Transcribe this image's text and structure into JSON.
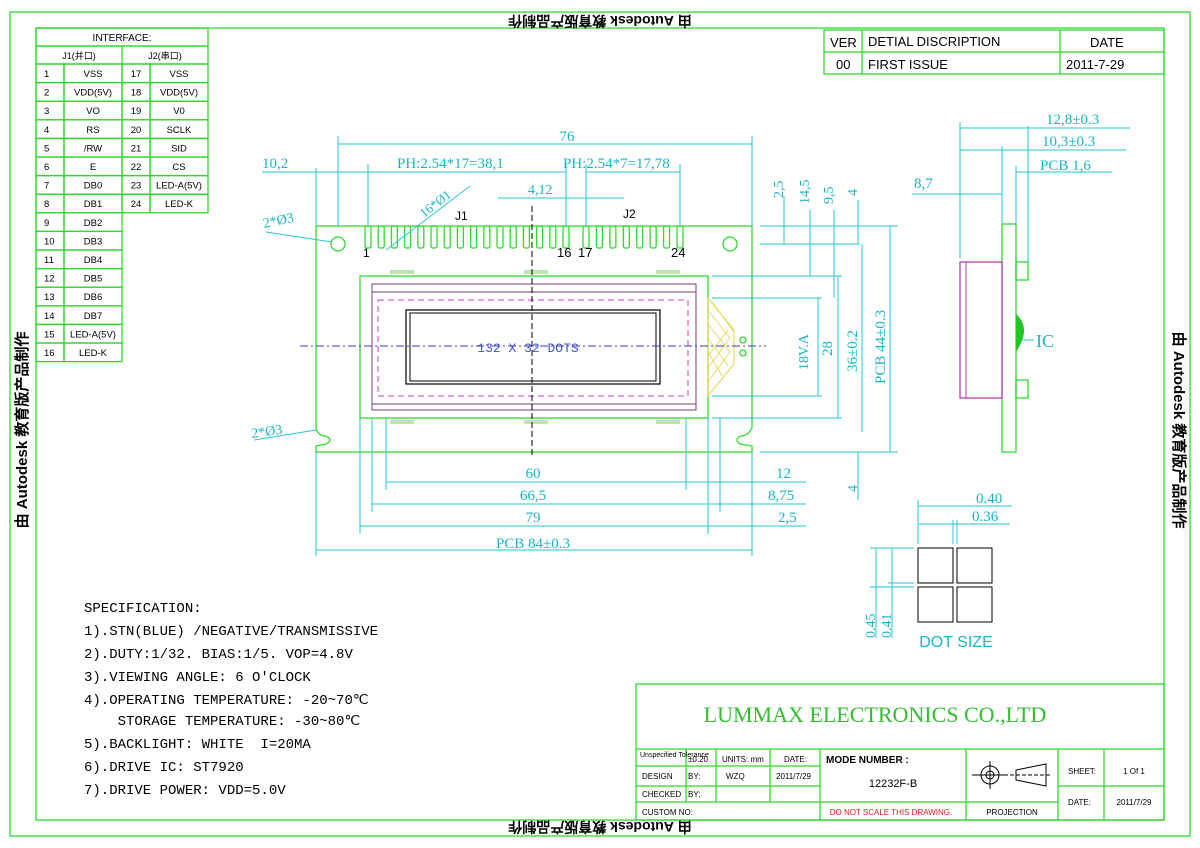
{
  "watermark": "由 Autodesk 教育版产品制作",
  "interface": {
    "title": "INTERFACE:",
    "j1_header": "J1(并口)",
    "j2_header": "J2(串口)",
    "j1_pins": [
      [
        "1",
        "VSS"
      ],
      [
        "2",
        "VDD(5V)"
      ],
      [
        "3",
        "VO"
      ],
      [
        "4",
        "RS"
      ],
      [
        "5",
        "/RW"
      ],
      [
        "6",
        "E"
      ],
      [
        "7",
        "DB0"
      ],
      [
        "8",
        "DB1"
      ],
      [
        "9",
        "DB2"
      ],
      [
        "10",
        "DB3"
      ],
      [
        "11",
        "DB4"
      ],
      [
        "12",
        "DB5"
      ],
      [
        "13",
        "DB6"
      ],
      [
        "14",
        "DB7"
      ],
      [
        "15",
        "LED-A(5V)"
      ],
      [
        "16",
        "LED-K"
      ]
    ],
    "j2_pins": [
      [
        "17",
        "VSS"
      ],
      [
        "18",
        "VDD(5V)"
      ],
      [
        "19",
        "V0"
      ],
      [
        "20",
        "SCLK"
      ],
      [
        "21",
        "SID"
      ],
      [
        "22",
        "CS"
      ],
      [
        "23",
        "LED-A(5V)"
      ],
      [
        "24",
        "LED-K"
      ]
    ]
  },
  "revision": {
    "headers": [
      "VER",
      "DETIAL DISCRIPTION",
      "DATE"
    ],
    "rows": [
      [
        "00",
        "FIRST ISSUE",
        "2011-7-29"
      ]
    ]
  },
  "front_view": {
    "dims": {
      "width_76": "76",
      "left_102": "10,2",
      "pitch_j1": "PH:2.54*17=38,1",
      "pitch_j2": "PH:2.54*7=17,78",
      "gap_412": "4,12",
      "hole_d1": "16*Ø1",
      "hole_3_top": "2*Ø3",
      "hole_3_bottom": "2*Ø3",
      "h25": "2,5",
      "h145": "14,5",
      "h95": "9,5",
      "h4_top": "4",
      "h18va": "18V.A",
      "h28": "28",
      "h36": "36±0.2",
      "h44": "PCB 44±0.3",
      "h4_bottom": "4",
      "w60": "60",
      "w665": "66,5",
      "w79": "79",
      "w84": "PCB 84±0.3",
      "r12": "12",
      "r875": "8,75",
      "r25": "2,5"
    },
    "labels": {
      "j1": "J1",
      "j2": "J2",
      "pin1": "1",
      "pin16": "16",
      "pin17": "17",
      "pin24": "24",
      "dots": "132 X 32 DOTS"
    }
  },
  "side_view": {
    "dims": {
      "d128": "12,8±0.3",
      "d103": "10,3±0.3",
      "pcb16": "PCB 1,6",
      "d87": "8,7"
    },
    "ic_label": "IC"
  },
  "dot_size": {
    "title": "DOT SIZE",
    "d040": "0.40",
    "d036": "0.36",
    "d045": "0.45",
    "d041": "0.41"
  },
  "specification": {
    "title": "SPECIFICATION:",
    "lines": [
      "1).STN(BLUE) /NEGATIVE/TRANSMISSIVE",
      "2).DUTY:1/32. BIAS:1/5. VOP=4.8V",
      "3).VIEWING ANGLE: 6 O'CLOCK",
      "4).OPERATING TEMPERATURE: -20~70℃",
      "    STORAGE TEMPERATURE: -30~80℃",
      "5).BACKLIGHT: WHITE  I=20MA",
      "6).DRIVE IC: ST7920",
      "7).DRIVE POWER: VDD=5.0V"
    ]
  },
  "title_block": {
    "company": "LUMMAX ELECTRONICS CO.,LTD",
    "tolerance_label": "Unspecified Tolerance",
    "tolerance_value": "±0.20",
    "units": "UNITS: mm",
    "date_label": "DATE:",
    "design_label": "DESIGN",
    "by_label": "BY:",
    "designer": "WZQ",
    "design_date": "2011/7/29",
    "checked_label": "CHECKED",
    "checked_by": "BY:",
    "custom_label": "CUSTOM NO:",
    "mode_label": "MODE NUMBER :",
    "mode_number": "12232F-B",
    "scale_note": "DO NOT SCALE THIS DRAWING.",
    "projection": "PROJECTION",
    "sheet_label": "SHEET:",
    "sheet_value": "1 Of 1",
    "date2_label": "DATE:",
    "date2_value": "2011/7/29"
  }
}
